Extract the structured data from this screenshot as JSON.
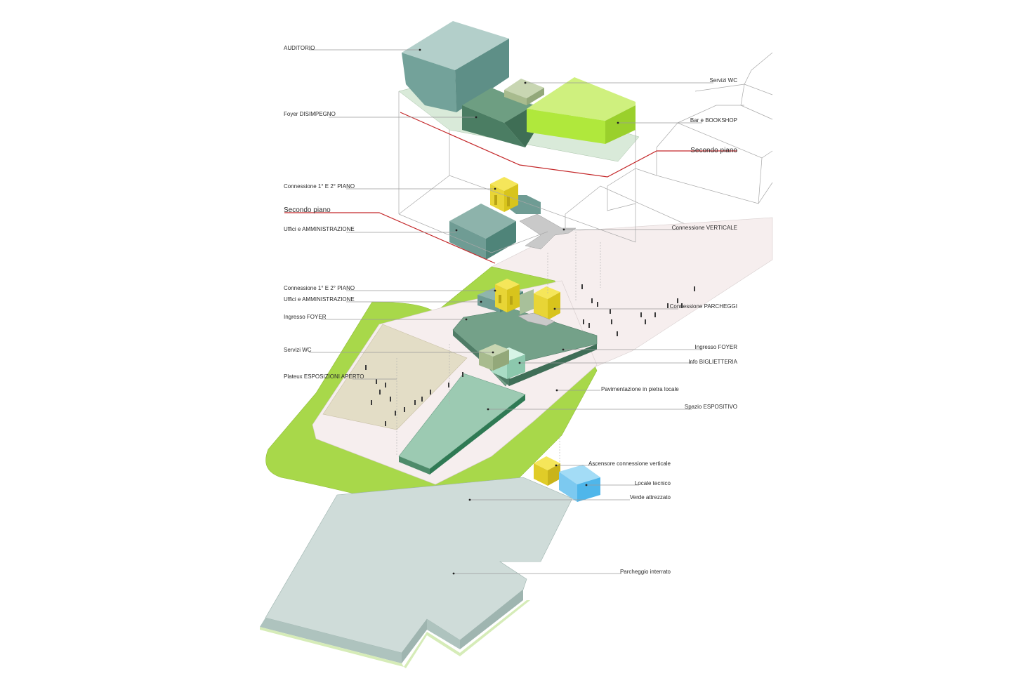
{
  "labels_left": {
    "auditorio": "AUDITORIO",
    "foyer_disimpegno": "Foyer DISIMPEGNO",
    "connessione_1": "Connessione 1° E 2° PIANO",
    "secondo_piano_left": "Secondo piano",
    "uffici_1": "Uffici e AMMINISTRAZIONE",
    "connessione_2": "Connessione 1° E 2° PIANO",
    "uffici_2": "Uffici e AMMINISTRAZIONE",
    "ingresso_foyer_left": "Ingresso FOYER",
    "servizi_wc_left": "Servizi WC",
    "plateux": "Plateux ESPOSIZIONI APERTO"
  },
  "labels_right": {
    "servizi_wc_right": "Servizi WC",
    "bar_bookshop": "Bar e BOOKSHOP",
    "secondo_piano_right": "Secondo piano",
    "connessione_verticale": "Connessione VERTICALE",
    "connessione_parcheggi": "Connessione PARCHEGGI",
    "ingresso_foyer_right": "Ingresso FOYER",
    "info_biglietteria": "Info BIGLIETTERIA",
    "pavimentazione": "Pavimentazione in pietra locale",
    "spazio_espositivo": "Spazio ESPOSITIVO",
    "ascensore": "Ascensore connessione verticale",
    "locale_tecnico": "Locale tecnico",
    "verde_attrezzato": "Verde attrezzato",
    "parcheggio": "Parcheggio interrato"
  },
  "colors": {
    "teal_top": "#a9c8c2",
    "teal_side": "#6f9c94",
    "teal_front": "#4f8479",
    "dark_green_top": "#6e9e82",
    "dark_green_side": "#4b7d63",
    "lime_top": "#cdf07a",
    "lime_side": "#a3e02e",
    "yellow_top": "#f5e65a",
    "yellow_side": "#d8c41c",
    "grass": "#a8d84a",
    "pavement": "#f6eeee",
    "beige": "#e3ddc6",
    "parking_top": "#cfdcd9",
    "parking_side": "#aec3be",
    "sage": "#b5c6a2",
    "mint": "#bfe8d6",
    "blue": "#7cc9f0",
    "red_line": "#c4282a"
  }
}
